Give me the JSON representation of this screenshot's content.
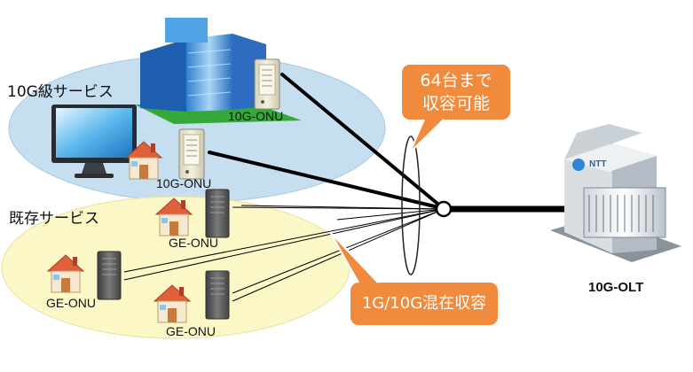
{
  "zones": {
    "ten_g": "10G級サービス",
    "existing": "既存サービス"
  },
  "devices": {
    "onu_10g_top": "10G-ONU",
    "onu_10g_mid": "10G-ONU",
    "onu_ge_1": "GE-ONU",
    "onu_ge_2": "GE-ONU",
    "onu_ge_3": "GE-ONU",
    "olt": "10G-OLT",
    "olt_brand": "NTT"
  },
  "callouts": {
    "capacity_line1": "64台まで",
    "capacity_line2": "収容可能",
    "mixed": "1G/10G混在収容"
  },
  "colors": {
    "ten_g_zone": "#c5dff0",
    "existing_zone": "#fbf7c6",
    "callout": "#f08a3c",
    "callout_border": "#ffffff",
    "house_roof": "#e0603a",
    "onu_dark": "#5c5c5c",
    "onu_light": "#e7e1cc",
    "link": "#000000"
  }
}
